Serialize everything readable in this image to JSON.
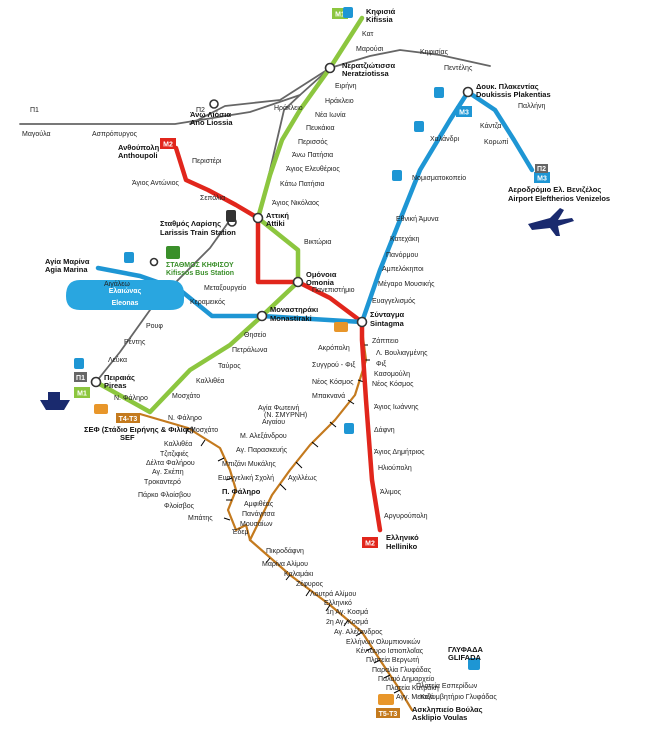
{
  "colors": {
    "m1": "#8cc63f",
    "m2": "#e1261c",
    "m3": "#1e96d4",
    "tram": "#c47a1e",
    "suburban": "#666666",
    "eleonas_fill": "#29a6e0"
  },
  "line_badges": {
    "m1_top": "M1",
    "m1_pireas": "M1",
    "m2_anthoupoli": "M2",
    "m2_elliniko": "M2",
    "m3_plakentias": "M3",
    "m3_airport": "M3",
    "p1_west": "Π1",
    "p2_west": "Π2",
    "p1_pireas": "Π1",
    "p2_airport": "Π2",
    "t4t3": "T4-T3",
    "t5t3": "T5-T3"
  },
  "labels": {
    "kifisia": [
      "Κηφισιά",
      "Kifissia"
    ],
    "kat": "Κατ",
    "marousi": "Μαρούσι",
    "neratziotissa": [
      "Νερατζιώτισσα",
      "Neratziotissa"
    ],
    "eirini": "Ειρήνη",
    "irakleio": "Ηράκλειο",
    "neo_irakleio": "Ηράκλειο",
    "nea_ionia": "Νέα Ιωνία",
    "pefkakia": "Πευκάκια",
    "perissos": "Περισσός",
    "ano_patisia": "Άνω Πατήσια",
    "ag_eleftherios": "Άγιος Ελευθέριος",
    "kato_patisia": "Κάτω Πατήσια",
    "ag_nikolaos": "Άγιος Νικόλαος",
    "attiki": [
      "Αττική",
      "Attiki"
    ],
    "victoria": "Βικτώρια",
    "omonia": [
      "Ομόνοια",
      "Omonia"
    ],
    "monastiraki": [
      "Μοναστηράκι",
      "Monastiraki"
    ],
    "thiseio": "Θησείο",
    "petralona": "Πετράλωνα",
    "tavros": "Ταύρος",
    "kallithea": "Καλλιθέα",
    "moschato": "Μοσχάτο",
    "n_faliro": "Ν. Φάληρο",
    "pireas": [
      "Πειραιάς",
      "Pireas"
    ],
    "kifisias": "Κηφισίας",
    "pentelis": "Πεντέλης",
    "doukissis": [
      "Δουκ. Πλακεντίας",
      "Doukissis Plakentias"
    ],
    "pallini": "Παλλήνη",
    "kantza": "Κάντζα",
    "koropi": "Κορωπί",
    "airport": [
      "Αεροδρόμιο Ελ. Βενιζέλος",
      "Airport Eleftherios Venizelos"
    ],
    "chalandri": "Χαλάνδρι",
    "nomismatokopeio": "Νομισματοκοπείο",
    "ethniki_amyna": "Εθνική Άμυνα",
    "katehaki": "Κατεχάκη",
    "panormou": "Πανόρμου",
    "ampelokipoi": "Αμπελόκηποι",
    "megaro": "Μέγαρο Μουσικής",
    "evangelismos": "Ευαγγελισμός",
    "syntagma": [
      "Σύνταγμα",
      "Sintagma"
    ],
    "kerameikos": "Κεραμεικός",
    "egaleo": "Αιγάλεω",
    "agia_marina": [
      "Αγία Μαρίνα",
      "Agia Marina"
    ],
    "eleonas": [
      "Ελαιώνας",
      "Eleonas"
    ],
    "anthoupoli": [
      "Ανθούπολη",
      "Anthoupoli"
    ],
    "peristeri": "Περιστέρι",
    "ag_antonios": "Άγιος Αντώνιος",
    "sepolia": "Σεπόλια",
    "larissis": [
      "Σταθμός Λαρίσης",
      "Larissis Train Station"
    ],
    "metaxourgeio": "Μεταξουργείο",
    "panepistimio": "Πανεπιστήμιο",
    "akropoli": "Ακρόπολη",
    "syggrou": "Συγγρού - Φιξ",
    "neos_kosmos": "Νέος Κόσμος",
    "ag_ioannis": "Άγιος Ιωάννης",
    "dafni": "Δάφνη",
    "ag_dimitrios": "Άγιος Δημήτριος",
    "ilioupoli": "Ηλιούπολη",
    "alimos": "Άλιμος",
    "argyroupoli": "Αργυρούπολη",
    "elliniko": [
      "Ελληνικό",
      "Helliniko"
    ],
    "ano_liosia": [
      "Άνω Λιόσια",
      "Ano Liossia"
    ],
    "irakleio_sub": "Ηράκλειο",
    "magoula": "Μαγούλα",
    "aspropyrgos": "Ασπρόπυργος",
    "rouf": "Ρουφ",
    "rentis": "Ρέντης",
    "lefka": "Λεύκα",
    "kifisos_station": [
      "ΣΤΑΘΜΟΣ ΚΗΦΙΣΟΥ",
      "Kifissos Bus Station"
    ],
    "sef": [
      "ΣΕΦ (Στάδιο Ειρήνης & Φιλίας)",
      "SEF"
    ],
    "glyfada": [
      "ΓΛΥΦΑΔΑ",
      "GLIFADA"
    ],
    "asklipieio": [
      "Ασκληπιείο Βούλας",
      "Asklipio Voulas"
    ],
    "p_faliro": "Π. Φάληρο"
  },
  "tram_labels": [
    "Ζάππειο",
    "Λ. Βουλιαγμένης",
    "Φιξ",
    "Κασομούλη",
    "Νέος Κόσμος",
    "Μπακνανά",
    "Αγία Φωτεινή",
    "(Ν. ΣΜΥΡΝΗ)",
    "Αιγαίου",
    "Μ. Αλεξάνδρου",
    "Αγ. Παρασκευής",
    "Μπιζάνι Μυκάλης",
    "Ευαγγελική Σχολή",
    "Αχιλλέως",
    "Αμφιθέας",
    "Πανάγιτσα",
    "Μουσαίων",
    "Ν. Φάληρο",
    "Μοσχάτο",
    "Καλλιθέα",
    "Τζιτζιφιές",
    "Δέλτα Φαλήρου",
    "Αγ. Σκέπη",
    "Τροκαντερό",
    "Πάρκο Φλοίσβου",
    "Φλοίσβος",
    "Μπάτης",
    "Έδεμ",
    "Πικροδάφνη",
    "Μαρίνα Αλίμου",
    "Καλαμάκι",
    "Ζέφυρος",
    "Λουτρά Αλίμου",
    "Ελληνικό",
    "1η Αγ. Κοσμά",
    "2η Αγ. Κοσμά",
    "Αγ. Αλέξανδρος",
    "Ελλήνων Ολυμπιονικών",
    "Κένταυρο Ιστιοπλοΐας",
    "Πλατεία Βεργωτή",
    "Παραλία Γλυφάδας",
    "Παλαιό Δημαρχείο",
    "Πλατεία Κατράκη",
    "Αγγ. Μεταξά",
    "Πλατεία Εσπερίδων",
    "Καλυμβητήριο Γλυφάδας"
  ]
}
